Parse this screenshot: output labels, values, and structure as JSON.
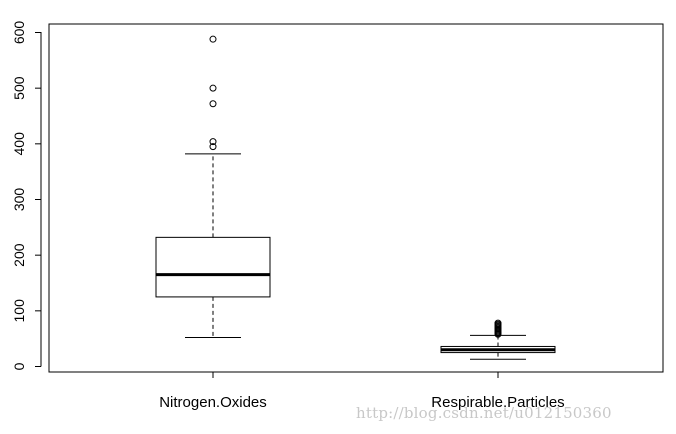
{
  "chart_data": {
    "type": "boxplot",
    "title": "",
    "xlabel": "",
    "ylabel": "",
    "ylim": [
      -10,
      610
    ],
    "yticks": [
      0,
      100,
      200,
      300,
      400,
      500,
      600
    ],
    "categories": [
      "Nitrogen.Oxides",
      "Respirable.Particles"
    ],
    "boxes": [
      {
        "category": "Nitrogen.Oxides",
        "whisker_low": 52,
        "q1": 125,
        "median": 165,
        "q3": 232,
        "whisker_high": 382,
        "outliers": [
          395,
          404,
          472,
          500,
          588
        ]
      },
      {
        "category": "Respirable.Particles",
        "whisker_low": 13,
        "q1": 25,
        "median": 30,
        "q3": 36,
        "whisker_high": 56,
        "outliers": [
          58,
          60,
          62,
          64,
          66,
          68,
          70,
          72,
          74,
          76,
          78
        ]
      }
    ],
    "grid": false,
    "legend": "none"
  },
  "watermark": "http://blog.csdn.net/u012150360"
}
